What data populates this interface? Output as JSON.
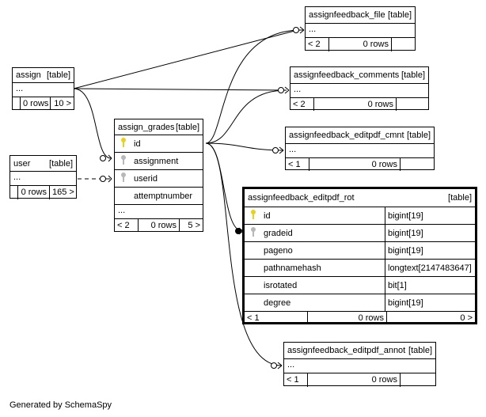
{
  "footer_credit": "Generated by SchemaSpy",
  "tables": {
    "assign": {
      "name": "assign",
      "type": "[table]",
      "ellipsis": "...",
      "rows": "0 rows",
      "children": "10 >"
    },
    "user": {
      "name": "user",
      "type": "[table]",
      "ellipsis": "...",
      "rows": "0 rows",
      "children": "165 >"
    },
    "assign_grades": {
      "name": "assign_grades",
      "type": "[table]",
      "columns": [
        {
          "name": "id",
          "key": "pk"
        },
        {
          "name": "assignment",
          "key": "fk"
        },
        {
          "name": "userid",
          "key": "fk"
        },
        {
          "name": "attemptnumber",
          "key": ""
        }
      ],
      "ellipsis": "...",
      "parents": "< 2",
      "rows": "0 rows",
      "children": "5 >"
    },
    "assignfeedback_file": {
      "name": "assignfeedback_file",
      "type": "[table]",
      "ellipsis": "...",
      "parents": "< 2",
      "rows": "0 rows"
    },
    "assignfeedback_comments": {
      "name": "assignfeedback_comments",
      "type": "[table]",
      "ellipsis": "...",
      "parents": "< 2",
      "rows": "0 rows"
    },
    "assignfeedback_editpdf_cmnt": {
      "name": "assignfeedback_editpdf_cmnt",
      "type": "[table]",
      "ellipsis": "...",
      "parents": "< 1",
      "rows": "0 rows"
    },
    "assignfeedback_editpdf_rot": {
      "name": "assignfeedback_editpdf_rot",
      "type": "[table]",
      "columns": [
        {
          "name": "id",
          "datatype": "bigint[19]",
          "key": "pk"
        },
        {
          "name": "gradeid",
          "datatype": "bigint[19]",
          "key": "fk"
        },
        {
          "name": "pageno",
          "datatype": "bigint[19]",
          "key": ""
        },
        {
          "name": "pathnamehash",
          "datatype": "longtext[2147483647]",
          "key": ""
        },
        {
          "name": "isrotated",
          "datatype": "bit[1]",
          "key": ""
        },
        {
          "name": "degree",
          "datatype": "bigint[19]",
          "key": ""
        }
      ],
      "parents": "< 1",
      "rows": "0 rows",
      "children": "0 >"
    },
    "assignfeedback_editpdf_annot": {
      "name": "assignfeedback_editpdf_annot",
      "type": "[table]",
      "ellipsis": "...",
      "parents": "< 1",
      "rows": "0 rows"
    }
  },
  "icons": {
    "pk": "primary-key-icon",
    "fk": "foreign-key-icon"
  },
  "colors": {
    "pk_key": "#e8d21a",
    "fk_key": "#b8b8b8",
    "line": "#000000"
  }
}
